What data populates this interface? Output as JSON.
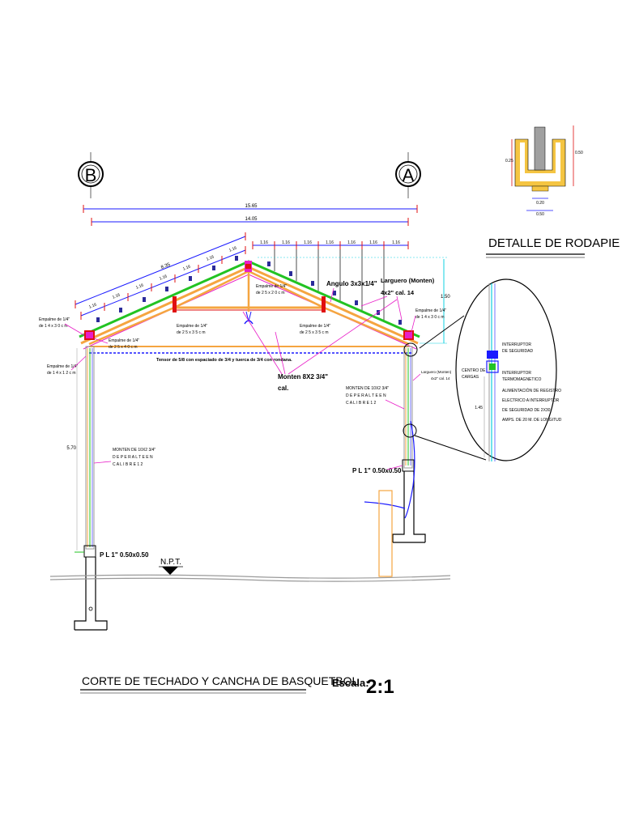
{
  "colors": {
    "green": "#22c322",
    "orange": "#f5a540",
    "blue": "#1a1aff",
    "navy": "#2b2b9a",
    "magenta": "#e81ec8",
    "red": "#e01010",
    "cyan": "#10d0e0",
    "yellow": "#f5c542",
    "gray": "#9a9a9a"
  },
  "axes": {
    "left": "B",
    "right": "A"
  },
  "dims": {
    "overall_outer": "15.65",
    "overall_inner": "14.05",
    "slope_total": "8.35",
    "slope_seg": "1.16",
    "right_seg": "1.16",
    "height_total": "5.70",
    "rise": "1.50",
    "detail_rise": "1.45"
  },
  "labels": {
    "angulo": "Angulo 3x3x1/4\"",
    "larguero_1": "Larguero (Monten)",
    "larguero_2": "4x2\" cal. 14",
    "larguero_small_1": "Larguero (Monten)",
    "larguero_small_2": "4x2\" cal. 14",
    "tensor": "Tensor de 5/8 con espaciado de 3/4 y tuerca de 3/4 con rondana.",
    "monten_1": "Monten 8X2 3/4\"",
    "monten_2": "cal.",
    "emp_14x30_a1": "Empalme de 1/4\"",
    "emp_14x30_a2": "de 1 4 x 3 0 c m",
    "emp_25x40_1": "Empalme de 1/4\"",
    "emp_25x40_2": "de 2 5 x 4 0 c m",
    "emp_14x12_1": "Empalme de 1/4\"",
    "emp_14x12_2": "de 1 4 x 1 2 c m",
    "emp_25x20_1": "Empalme de 1/4\"",
    "emp_25x20_2": "de 2 5 x 2 0 c m",
    "emp_25x35_a1": "Empalme de 1/4\"",
    "emp_25x35_a2": "de 2 5 x 3 5 c m",
    "emp_25x35_b1": "Empalme de 1/4\"",
    "emp_25x35_b2": "de 2 5 x 3 5 c m",
    "emp_14x30_b1": "Empalme de 1/4\"",
    "emp_14x30_b2": "de 1 4 x 3 0 c m",
    "monten_left_1": "MONTEN DE 10X2 3/4\"",
    "monten_left_2": "D E P E R A L T E E N",
    "monten_left_3": "C A L I B R E 1 2",
    "monten_right_1": "MONTEN DE 10X2 3/4\"",
    "monten_right_2": "D E P E R A L T E E N",
    "monten_right_3": "C A L I B R E 1 2",
    "pl_left": "P L 1\" 0.50x0.50",
    "pl_right": "P L 1\" 0.50x0.50",
    "npt": "N.P.T."
  },
  "detail": {
    "title": "DETALLE DE RODAPIE",
    "d1": "0.25",
    "d2": "0.50",
    "d3": "0.20",
    "d4": "0.50"
  },
  "electrical": {
    "interruptor_seg_1": "INTERRUPTOR",
    "interruptor_seg_2": "DE SEGURIDAD",
    "centro_1": "CENTRO DE",
    "centro_2": "CARGAS",
    "interruptor_term_1": "INTERRUPTOR",
    "interruptor_term_2": "TERMOMAGNETICO",
    "alim_1": "ALIMENTACIÓN DE REGISTRO",
    "alim_2": "ELECTRICO A INTERRUPTOR",
    "alim_3": "DE SEGURIDAD DE 2X30",
    "alim_4": "AMPS. DE 20 M. DE LONGITUD"
  },
  "footer": {
    "title": "CORTE DE TECHADO Y CANCHA DE BASQUETBOL",
    "scale_label": "Escala:",
    "scale_value": "2:1"
  }
}
